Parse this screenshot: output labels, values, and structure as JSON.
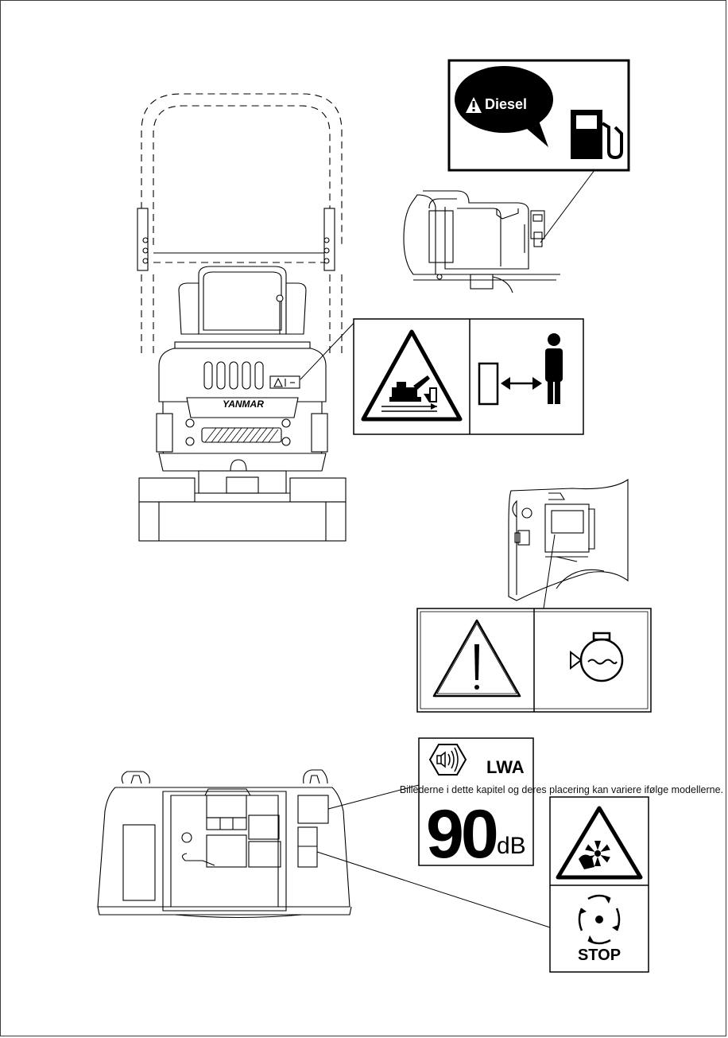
{
  "page": {
    "caption": "Billederne i dette kapitel og deres placering kan variere ifølge modellerne."
  },
  "labels": {
    "diesel": {
      "text": "Diesel"
    },
    "machine_brand": {
      "text": "YANMAR"
    },
    "noise": {
      "symbol": "LWA",
      "value": "90",
      "unit": "dB"
    },
    "fan": {
      "text": "STOP"
    }
  },
  "colors": {
    "ink": "#000000",
    "paper": "#ffffff",
    "frame": "#3c3c3c"
  }
}
